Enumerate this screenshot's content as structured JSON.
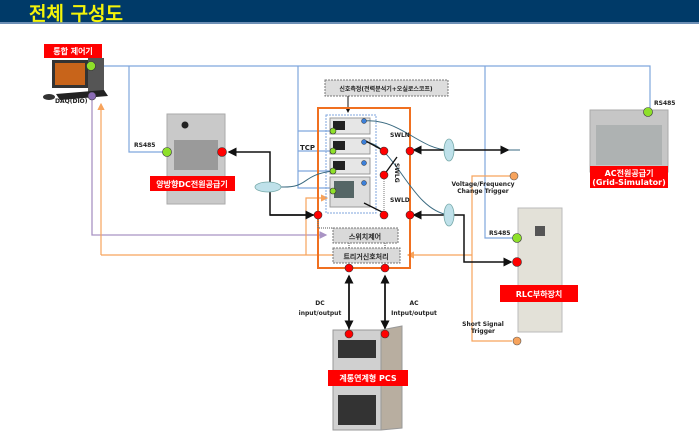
{
  "title": "전체 구성도",
  "nodes": {
    "controller": {
      "label": "통합 제어기",
      "port": "DAQ(DIO)"
    },
    "dc_supply": {
      "label": "양방향DC전원공급기",
      "port": "RS485"
    },
    "ac_supply": {
      "label_line1": "AC전원공급기",
      "label_line2": "(Grid-Simulator)",
      "port": "RS485"
    },
    "rlc_load": {
      "label": "RLC부하장치",
      "port": "RS485"
    },
    "pcs": {
      "label": "계통연계형 PCS"
    },
    "measurement": {
      "label": "신호측정(전력분석기+오실로스코프)"
    },
    "switch_control": {
      "label": "스위치제어"
    },
    "trigger_processing": {
      "label": "트리거신호처리"
    }
  },
  "labels": {
    "tcp": "TCP",
    "swln": "SWLN",
    "swlg": "SWLG",
    "swld": "SWLD",
    "vf_trigger_1": "Voltage/Frequency",
    "vf_trigger_2": "Change Trigger",
    "short_trigger_1": "Short Signal",
    "short_trigger_2": "Trigger",
    "dc_io_1": "DC",
    "dc_io_2": "input/output",
    "ac_io_1": "AC",
    "ac_io_2": "Intput/output"
  },
  "colors": {
    "title_bg": "#003a68",
    "title_text": "#f4f40a",
    "label_red": "#ff0000",
    "comm_line": "#7fa6dd",
    "trigger_line": "#f7a35c",
    "dio_line": "#a993c4",
    "frame_orange": "#f07020"
  }
}
